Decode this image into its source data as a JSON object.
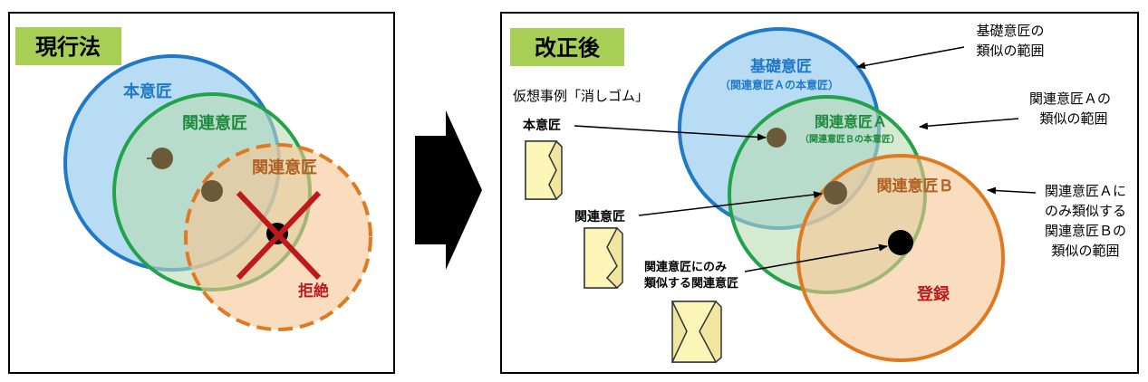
{
  "left_panel": {
    "title": "現行法",
    "circle_main_label": "本意匠",
    "circle_related_label": "関連意匠",
    "circle_related2_label": "関連意匠",
    "rejected_label": "拒絶"
  },
  "arrow": {},
  "right_panel": {
    "title": "改正後",
    "example_title": "仮想事例「消しゴム」",
    "base_design_label": "基礎意匠",
    "base_design_sublabel": "（関連意匠Ａの本意匠）",
    "related_a_label": "関連意匠Ａ",
    "related_a_sublabel": "（関連意匠Ｂの本意匠）",
    "related_b_label": "関連意匠Ｂ",
    "registered_label": "登録",
    "item_main_label": "本意匠",
    "item_related_label": "関連意匠",
    "item_related_only_line1": "関連意匠にのみ",
    "item_related_only_line2": "類似する関連意匠",
    "note_base_line1": "基礎意匠の",
    "note_base_line2": "類似の範囲",
    "note_a_line1": "関連意匠Ａの",
    "note_a_line2": "類似の範囲",
    "note_b_line1": "関連意匠Ａに",
    "note_b_line2": "のみ類似する",
    "note_b_line3": "関連意匠Ｂの",
    "note_b_line4": "類似の範囲"
  },
  "colors": {
    "title_bg": "#a8cf55",
    "blue": "#1f78c8",
    "blue_fill": "#9fd0ef",
    "green": "#22a24a",
    "green_fill": "#b9dcb0",
    "orange": "#e07a22",
    "orange_fill": "#f6c594",
    "red": "#c0191c",
    "dot": "#6b5a3a",
    "eraser_fill": "#fbf5b8",
    "text_blue": "#1f78c8",
    "text_green": "#1d8a3c",
    "text_brown": "#b06020",
    "text_red": "#c0191c"
  }
}
